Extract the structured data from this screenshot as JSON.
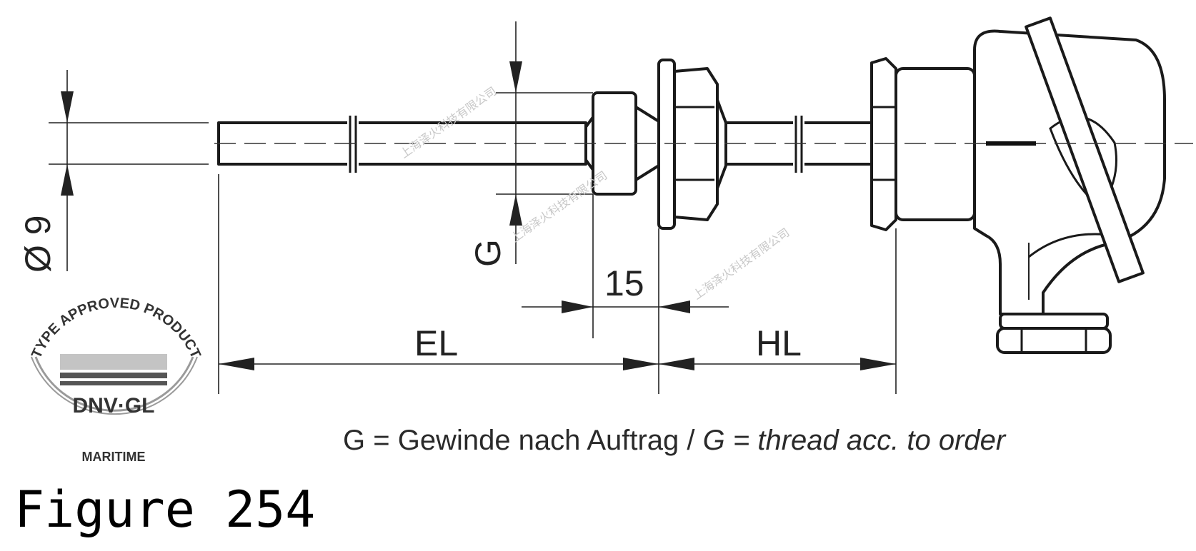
{
  "dimensions": {
    "diameter": "Ø 9",
    "thread": "G",
    "gap": "15",
    "el": "EL",
    "hl": "HL"
  },
  "note": {
    "main": "G = Gewinde nach Auftrag / ",
    "italic": "G = thread acc. to order"
  },
  "seal": {
    "arc_text": "TYPE APPROVED PRODUCT",
    "brand": "DNV·GL",
    "bottom": "MARITIME",
    "colors": {
      "bar_light": "#c4c4c4",
      "bar_dark": "#555555"
    }
  },
  "watermark": "上海泽火科技有限公司",
  "caption": "Figure 254"
}
